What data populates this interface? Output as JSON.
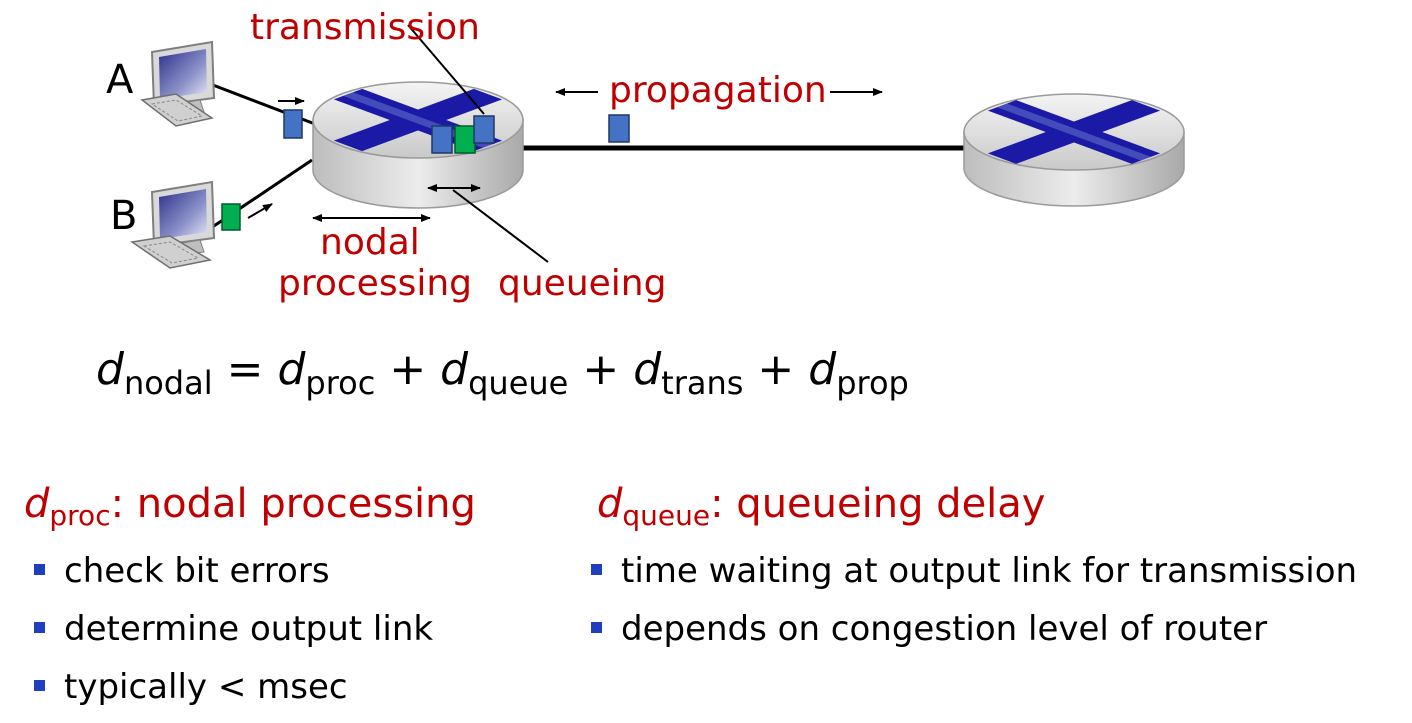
{
  "diagram": {
    "hosts": [
      {
        "label": "A"
      },
      {
        "label": "B"
      }
    ],
    "labels": {
      "transmission": "transmission",
      "propagation": "propagation",
      "nodal_line1": "nodal",
      "nodal_line2": "processing",
      "queueing": "queueing"
    },
    "colors": {
      "packet_blue": "#4472c4",
      "packet_green": "#00b050",
      "label_red": "#c00000",
      "router_x": "#1a1aa6"
    }
  },
  "equation": {
    "d": "d",
    "nodal": "nodal",
    "proc": "proc",
    "queue": "queue",
    "trans": "trans",
    "prop": "prop",
    "eq_sign": " = ",
    "plus": " + ",
    "plus2": " +  "
  },
  "columns": [
    {
      "d": "d",
      "sub": "proc",
      "title": ": nodal processing",
      "items": [
        "check bit errors",
        "determine output link",
        "typically < msec"
      ]
    },
    {
      "d": "d",
      "sub": "queue",
      "title": ": queueing delay",
      "items": [
        "time waiting at output link for transmission",
        "depends on congestion level of router"
      ]
    }
  ]
}
